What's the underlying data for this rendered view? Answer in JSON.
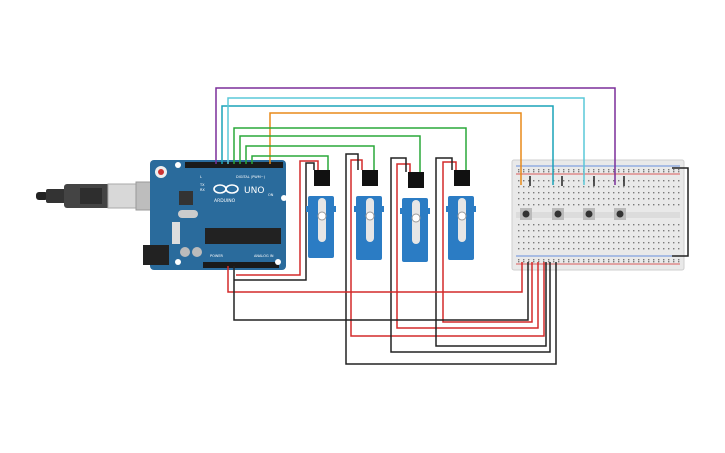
{
  "arduino": {
    "logo_text": "UNO",
    "brand_text": "ARDUINO",
    "digital_label": "DIGITAL (PWM~)",
    "power_label": "POWER",
    "analog_label": "ANALOG IN",
    "tx_label": "TX",
    "rx_label": "RX",
    "on_label": "ON",
    "l_label": "L"
  },
  "colors": {
    "board": "#2a6b9c",
    "servo": "#2b7cc4",
    "wire_purple": "#7b2f9a",
    "wire_teal": "#1aa3b8",
    "wire_cyan": "#5ac8d8",
    "wire_orange": "#e88a1a",
    "wire_green": "#2aa83a",
    "wire_red": "#d42a2a",
    "wire_black": "#222222",
    "breadboard": "#e9e9e9"
  },
  "components": {
    "servo_count": 4,
    "pushbutton_count": 4
  }
}
